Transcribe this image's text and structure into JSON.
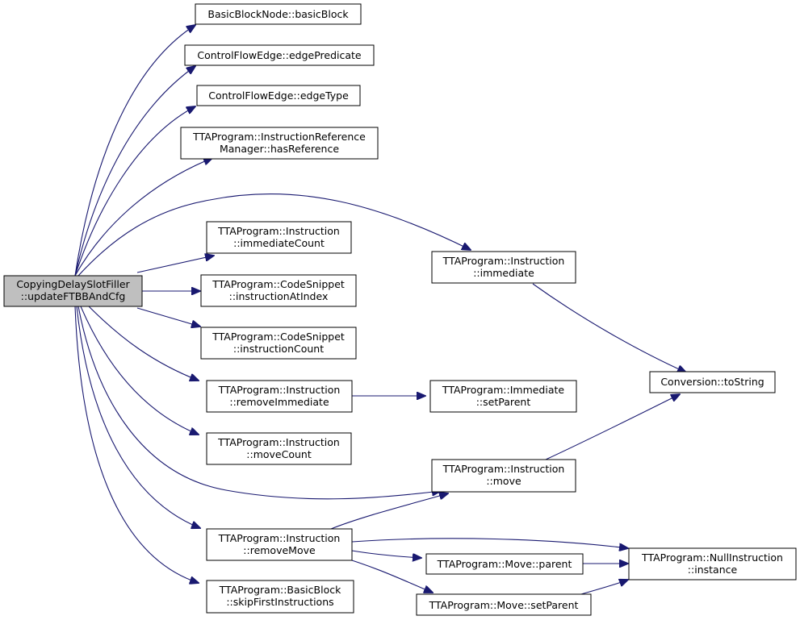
{
  "diagram": {
    "nodes": [
      {
        "id": "root",
        "lines": [
          "CopyingDelaySlotFiller",
          "::updateFTBBAndCfg"
        ],
        "root": true
      },
      {
        "id": "basicBlock",
        "lines": [
          "BasicBlockNode::basicBlock"
        ]
      },
      {
        "id": "edgePredicate",
        "lines": [
          "ControlFlowEdge::edgePredicate"
        ]
      },
      {
        "id": "edgeType",
        "lines": [
          "ControlFlowEdge::edgeType"
        ]
      },
      {
        "id": "hasReference",
        "lines": [
          "TTAProgram::InstructionReference",
          "Manager::hasReference"
        ]
      },
      {
        "id": "immediateCount",
        "lines": [
          "TTAProgram::Instruction",
          "::immediateCount"
        ]
      },
      {
        "id": "instructionAtIndex",
        "lines": [
          "TTAProgram::CodeSnippet",
          "::instructionAtIndex"
        ]
      },
      {
        "id": "instructionCount",
        "lines": [
          "TTAProgram::CodeSnippet",
          "::instructionCount"
        ]
      },
      {
        "id": "removeImmediate",
        "lines": [
          "TTAProgram::Instruction",
          "::removeImmediate"
        ]
      },
      {
        "id": "moveCount",
        "lines": [
          "TTAProgram::Instruction",
          "::moveCount"
        ]
      },
      {
        "id": "removeMove",
        "lines": [
          "TTAProgram::Instruction",
          "::removeMove"
        ]
      },
      {
        "id": "skipFirst",
        "lines": [
          "TTAProgram::BasicBlock",
          "::skipFirstInstructions"
        ]
      },
      {
        "id": "immediate",
        "lines": [
          "TTAProgram::Instruction",
          "::immediate"
        ]
      },
      {
        "id": "immSetParent",
        "lines": [
          "TTAProgram::Immediate",
          "::setParent"
        ]
      },
      {
        "id": "move",
        "lines": [
          "TTAProgram::Instruction",
          "::move"
        ]
      },
      {
        "id": "moveParent",
        "lines": [
          "TTAProgram::Move::parent"
        ]
      },
      {
        "id": "moveSetParent",
        "lines": [
          "TTAProgram::Move::setParent"
        ]
      },
      {
        "id": "toString",
        "lines": [
          "Conversion::toString"
        ]
      },
      {
        "id": "nullInstance",
        "lines": [
          "TTAProgram::NullInstruction",
          "::instance"
        ]
      }
    ],
    "edges": [
      {
        "from": "root",
        "to": "basicBlock"
      },
      {
        "from": "root",
        "to": "edgePredicate"
      },
      {
        "from": "root",
        "to": "edgeType"
      },
      {
        "from": "root",
        "to": "hasReference"
      },
      {
        "from": "root",
        "to": "immediate"
      },
      {
        "from": "root",
        "to": "immediateCount"
      },
      {
        "from": "root",
        "to": "instructionAtIndex"
      },
      {
        "from": "root",
        "to": "instructionCount"
      },
      {
        "from": "root",
        "to": "removeImmediate"
      },
      {
        "from": "root",
        "to": "moveCount"
      },
      {
        "from": "root",
        "to": "move"
      },
      {
        "from": "root",
        "to": "removeMove"
      },
      {
        "from": "root",
        "to": "skipFirst"
      },
      {
        "from": "immediate",
        "to": "toString"
      },
      {
        "from": "removeImmediate",
        "to": "immSetParent"
      },
      {
        "from": "move",
        "to": "toString"
      },
      {
        "from": "removeMove",
        "to": "move"
      },
      {
        "from": "removeMove",
        "to": "moveParent"
      },
      {
        "from": "removeMove",
        "to": "moveSetParent"
      },
      {
        "from": "removeMove",
        "to": "nullInstance"
      },
      {
        "from": "moveParent",
        "to": "nullInstance"
      },
      {
        "from": "moveSetParent",
        "to": "nullInstance"
      }
    ]
  }
}
